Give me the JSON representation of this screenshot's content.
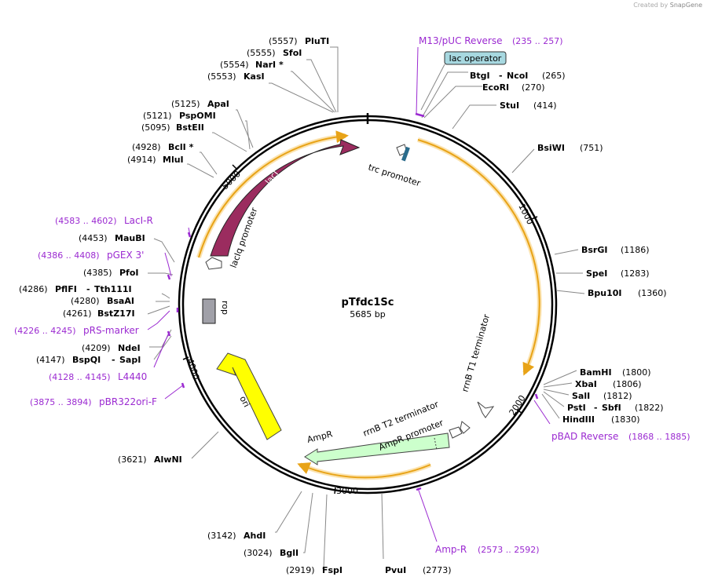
{
  "plasmid": {
    "name": "pTfdc1Sc",
    "length_label": "5685 bp"
  },
  "credit": {
    "prefix": "Created by",
    "brand": "SnapGene"
  },
  "features": {
    "laci": "lacI",
    "lacIq_promoter": "lacIq promoter",
    "trc_promoter": "trc promoter",
    "rop": "rop",
    "ori": "ori",
    "ampr": "AmpR",
    "ampr_promoter": "AmpR promoter",
    "rrnb_t2": "rrnB T2 terminator",
    "rrnb_t1": "rrnB T1 terminator",
    "lac_operator": "lac operator"
  },
  "ticks": {
    "t1000": "1000",
    "t2000": "2000",
    "t3000": "3000",
    "t4000": "4000",
    "t5000": "5000"
  },
  "enzymes": {
    "pluti": {
      "pos": "(5557)",
      "name": "PluTI"
    },
    "sfoi": {
      "pos": "(5555)",
      "name": "SfoI"
    },
    "nari": {
      "pos": "(5554)",
      "name": "NarI *"
    },
    "kasi": {
      "pos": "(5553)",
      "name": "KasI"
    },
    "apai": {
      "pos": "(5125)",
      "name": "ApaI"
    },
    "pspomi": {
      "pos": "(5121)",
      "name": "PspOMI"
    },
    "bsteii": {
      "pos": "(5095)",
      "name": "BstEII"
    },
    "bcli": {
      "pos": "(4928)",
      "name": "BclI *"
    },
    "mlui": {
      "pos": "(4914)",
      "name": "MluI"
    },
    "maubi": {
      "pos": "(4453)",
      "name": "MauBI"
    },
    "pfoi": {
      "pos": "(4385)",
      "name": "PfoI"
    },
    "pflfi": {
      "pos": "(4286)",
      "name": "PflFI",
      "name2": "Tth111I"
    },
    "bsaai": {
      "pos": "(4280)",
      "name": "BsaAI"
    },
    "bstz17i": {
      "pos": "(4261)",
      "name": "BstZ17I"
    },
    "ndei": {
      "pos": "(4209)",
      "name": "NdeI"
    },
    "bspqi": {
      "pos": "(4147)",
      "name": "BspQI",
      "name2": "SapI"
    },
    "alwni": {
      "pos": "(3621)",
      "name": "AlwNI"
    },
    "ahdi": {
      "pos": "(3142)",
      "name": "AhdI"
    },
    "bgli": {
      "pos": "(3024)",
      "name": "BglI"
    },
    "fspi": {
      "pos": "(2919)",
      "name": "FspI"
    },
    "pvui": {
      "name": "PvuI",
      "pos": "(2773)"
    },
    "btgi": {
      "name": "BtgI",
      "name2": "NcoI",
      "pos": "(265)"
    },
    "ecori": {
      "name": "EcoRI",
      "pos": "(270)"
    },
    "stui": {
      "name": "StuI",
      "pos": "(414)"
    },
    "bsiwi": {
      "name": "BsiWI",
      "pos": "(751)"
    },
    "bsrgi": {
      "name": "BsrGI",
      "pos": "(1186)"
    },
    "spei": {
      "name": "SpeI",
      "pos": "(1283)"
    },
    "bpu10i": {
      "name": "Bpu10I",
      "pos": "(1360)"
    },
    "bamhi": {
      "name": "BamHI",
      "pos": "(1800)"
    },
    "xbai": {
      "name": "XbaI",
      "pos": "(1806)"
    },
    "sali": {
      "name": "SalI",
      "pos": "(1812)"
    },
    "psti": {
      "name": "PstI",
      "name2": "SbfI",
      "pos": "(1822)"
    },
    "hindiii": {
      "name": "HindIII",
      "pos": "(1830)"
    }
  },
  "primers": {
    "m13": {
      "name": "M13/pUC Reverse",
      "range": "(235 .. 257)"
    },
    "laci_r": {
      "range": "(4583 .. 4602)",
      "name": "LacI-R"
    },
    "pgex3": {
      "range": "(4386 .. 4408)",
      "name": "pGEX 3'"
    },
    "prs": {
      "range": "(4226 .. 4245)",
      "name": "pRS-marker"
    },
    "l4440": {
      "range": "(4128 .. 4145)",
      "name": "L4440"
    },
    "pbr322": {
      "range": "(3875 .. 3894)",
      "name": "pBR322ori-F"
    },
    "pbad": {
      "name": "pBAD Reverse",
      "range": "(1868 .. 1885)"
    },
    "ampr": {
      "name": "Amp-R",
      "range": "(2573 .. 2592)"
    }
  },
  "colors": {
    "backbone": "#000000",
    "laci": "#9b2c5f",
    "ori": "#ffff00",
    "ampr": "#ccffcc",
    "rop": "#a0a0a8",
    "lac_operator": "#a7d8e0",
    "primer": "#9b2ad1",
    "orf_arc": "#e8a317",
    "orf_arc_glow": "#fbe3b0",
    "leader": "#888888"
  }
}
